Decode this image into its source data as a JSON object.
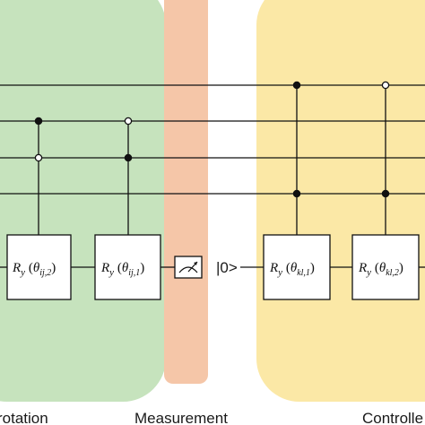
{
  "colors": {
    "rotation_region": "#c6e3bd",
    "measurement_region": "#f5c6a8",
    "controlled_region": "#fbe8a6",
    "wire": "#111111",
    "gate_fill": "#ffffff"
  },
  "regions": {
    "rotation_label": "rotation",
    "measurement_label": "Measurement",
    "controlled_label": "Controlle"
  },
  "ket_label": "|0>",
  "gates": [
    {
      "op": "R",
      "sub": "y",
      "arg": "ij,2"
    },
    {
      "op": "R",
      "sub": "y",
      "arg": "ij,1"
    },
    {
      "op": "R",
      "sub": "y",
      "arg": "kl,1"
    },
    {
      "op": "R",
      "sub": "y",
      "arg": "kl,2"
    }
  ],
  "icons": {
    "meter": "measurement-meter-icon",
    "control_filled": "filled-control-dot-icon",
    "control_open": "open-control-dot-icon"
  }
}
